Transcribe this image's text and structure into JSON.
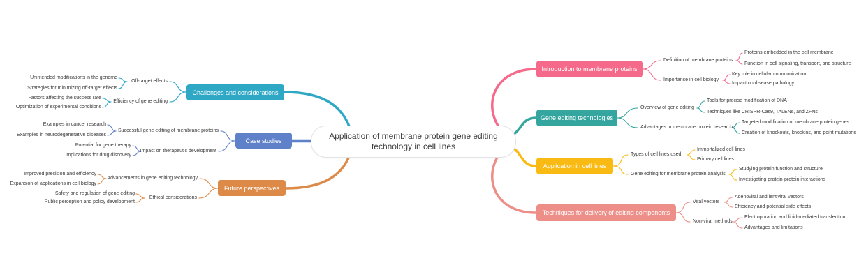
{
  "central": {
    "line1": "Application of membrane protein gene editing",
    "line2": "technology in cell lines"
  },
  "palette": {
    "pink": "#F56A8B",
    "teal": "#35A69F",
    "yellow": "#F9BA14",
    "salmon": "#ED8E88",
    "cyan": "#2FA8C6",
    "blue": "#5E81C9",
    "orange": "#DD8A49",
    "central_border": "#E2E2E6",
    "text": "#3A3A3A"
  },
  "right_branches": [
    {
      "label": "Introduction to membrane proteins",
      "color": "#F56A8B",
      "children": [
        {
          "label": "Definition of membrane proteins",
          "leaves": [
            "Proteins embedded in the cell membrane",
            "Function in cell signaling, transport, and structure"
          ]
        },
        {
          "label": "Importance in cell biology",
          "leaves": [
            "Key role in cellular communication",
            "Impact on disease pathology"
          ]
        }
      ]
    },
    {
      "label": "Gene editing technologies",
      "color": "#35A69F",
      "children": [
        {
          "label": "Overview of gene editing",
          "leaves": [
            "Tools for precise modification of DNA",
            "Techniques like CRISPR-Cas9, TALENs, and ZFNs"
          ]
        },
        {
          "label": "Advantages in membrane protein research",
          "leaves": [
            "Targeted modification of membrane protein genes",
            "Creation of knockouts, knockins, and point mutations"
          ]
        }
      ]
    },
    {
      "label": "Application in cell lines",
      "color": "#F9BA14",
      "children": [
        {
          "label": "Types of cell lines used",
          "leaves": [
            "Immortalized cell lines",
            "Primary cell lines"
          ]
        },
        {
          "label": "Gene editing for membrane protein analysis",
          "leaves": [
            "Studying protein function and structure",
            "Investigating protein-protein interactions"
          ]
        }
      ]
    },
    {
      "label": "Techniques for delivery of editing components",
      "color": "#ED8E88",
      "children": [
        {
          "label": "Viral vectors",
          "leaves": [
            "Adenoviral and lentiviral vectors",
            "Efficiency and potential side effects"
          ]
        },
        {
          "label": "Non-viral methods",
          "leaves": [
            "Electroporation and lipid-mediated transfection",
            "Advantages and limitations"
          ]
        }
      ]
    }
  ],
  "left_branches": [
    {
      "label": "Challenges and considerations",
      "color": "#2FA8C6",
      "children": [
        {
          "label": "Off-target effects",
          "leaves": [
            "Unintended modifications in the genome",
            "Strategies for minimizing off-target effects"
          ]
        },
        {
          "label": "Efficiency of gene editing",
          "leaves": [
            "Factors affecting the success rate",
            "Optimization of experimental conditions"
          ]
        }
      ]
    },
    {
      "label": "Case studies",
      "color": "#5E81C9",
      "children": [
        {
          "label": "Successful gene editing of membrane proteins",
          "leaves": [
            "Examples in cancer research",
            "Examples in neurodegenerative diseases"
          ]
        },
        {
          "label": "Impact on therapeutic development",
          "leaves": [
            "Potential for gene therapy",
            "Implications for drug discovery"
          ]
        }
      ]
    },
    {
      "label": "Future perspectives",
      "color": "#DD8A49",
      "children": [
        {
          "label": "Advancements in gene editing technology",
          "leaves": [
            "Improved precision and efficiency",
            "Expansion of applications in cell biology"
          ]
        },
        {
          "label": "Ethical considerations",
          "leaves": [
            "Safety and regulation of gene editing",
            "Public perception and policy development"
          ]
        }
      ]
    }
  ]
}
